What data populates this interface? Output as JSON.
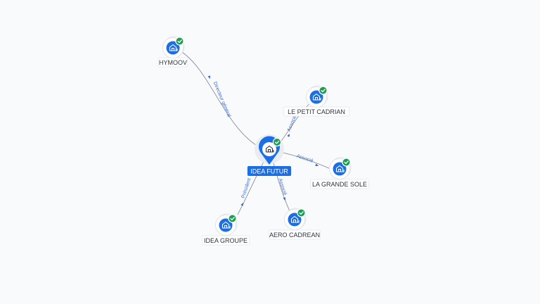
{
  "center": {
    "label": "IDEA FUTUR",
    "icon": "building-icon",
    "verified": true
  },
  "nodes": [
    {
      "id": "hymoov",
      "label": "HYMOOV",
      "icon": "building-icon",
      "verified": true,
      "relation": "Directeur général"
    },
    {
      "id": "le-petit-cadrian",
      "label": "LE PETIT CADRIAN",
      "icon": "building-icon",
      "verified": true,
      "relation": "Associé"
    },
    {
      "id": "la-grande-sole",
      "label": "LA GRANDE SOLE",
      "icon": "building-icon",
      "verified": true,
      "relation": "Associé"
    },
    {
      "id": "aero-cadrean",
      "label": "AERO CADREAN",
      "icon": "building-icon",
      "verified": true,
      "relation": "Associé"
    },
    {
      "id": "idea-groupe",
      "label": "IDEA GROUPE",
      "icon": "building-icon",
      "verified": true,
      "relation": "Président"
    }
  ],
  "colors": {
    "accent": "#1a6ee6",
    "verified": "#1f9d55",
    "edge": "#7a8290",
    "edge_label": "#3b6fd6",
    "background": "#f9fafc"
  }
}
